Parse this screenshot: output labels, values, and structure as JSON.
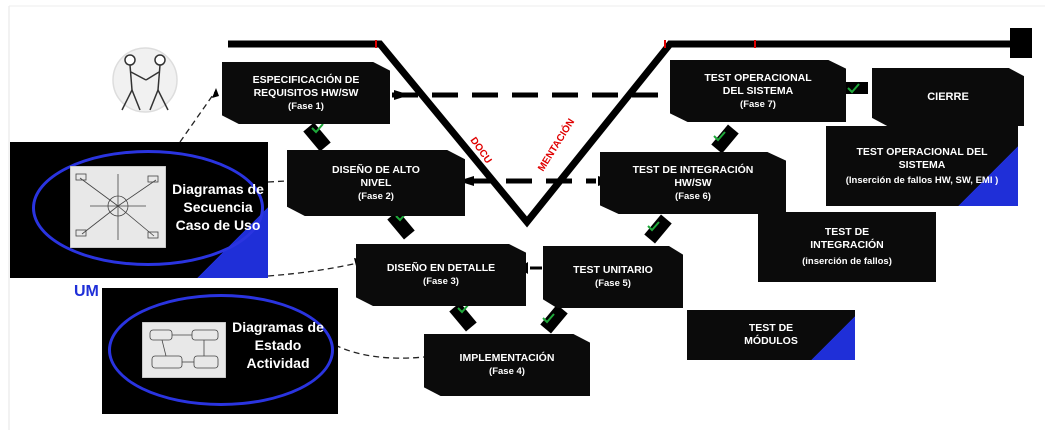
{
  "v_labels": {
    "left": "DOCU",
    "right": "MENTACIÓN"
  },
  "left_boxes": [
    {
      "id": "esp",
      "line1": "ESPECIFICACIÓN DE",
      "line2": "REQUISITOS HW/SW",
      "phase": "(Fase 1)"
    },
    {
      "id": "alto",
      "line1": "DISEÑO DE ALTO",
      "line2": "NIVEL",
      "phase": "(Fase 2)"
    },
    {
      "id": "detalle",
      "line1": "DISEÑO EN DETALLE",
      "line2": "",
      "phase": "(Fase 3)"
    },
    {
      "id": "impl",
      "line1": "IMPLEMENTACIÓN",
      "line2": "",
      "phase": "(Fase 4)"
    }
  ],
  "right_boxes": [
    {
      "id": "unit",
      "line1": "TEST UNITARIO",
      "line2": "",
      "phase": "(Fase 5)"
    },
    {
      "id": "integ",
      "line1": "TEST DE INTEGRACIÓN",
      "line2": "HW/SW",
      "phase": "(Fase 6)"
    },
    {
      "id": "oper",
      "line1": "TEST OPERACIONAL",
      "line2": "DEL SISTEMA",
      "phase": "(Fase 7)"
    },
    {
      "id": "cierre",
      "line1": "CIERRE",
      "line2": "",
      "phase": ""
    }
  ],
  "test_boxes": [
    {
      "id": "modulos",
      "line1": "TEST DE",
      "line2": "MÓDULOS",
      "line3": ""
    },
    {
      "id": "integ_f",
      "line1": "TEST DE",
      "line2": "INTEGRACIÓN",
      "line3": "(inserción de fallos)"
    },
    {
      "id": "oper_f",
      "line1": "TEST OPERACIONAL DEL",
      "line2": "SISTEMA",
      "line3": "(Inserción de fallos HW, SW, EMI )"
    }
  ],
  "uml": {
    "label": "UM",
    "seq": {
      "line1": "Diagramas de",
      "line2": "Secuencia",
      "line3": "Caso de Uso"
    },
    "state": {
      "line1": "Diagramas de",
      "line2": "Estado",
      "line3": "Actividad"
    }
  },
  "colors": {
    "box": "#0b0b0b",
    "accent_blue": "#1f2fd8",
    "check_green": "#1fa83a",
    "red_mark": "#e00000"
  }
}
